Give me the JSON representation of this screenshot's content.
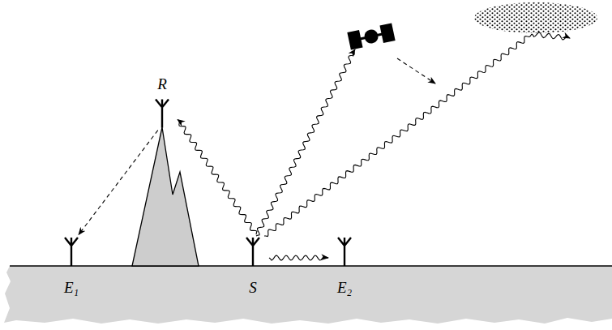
{
  "diagram": {
    "nodes": [
      {
        "text": [
          "R"
        ]
      },
      {
        "text": [
          "E₁"
        ]
      },
      {
        "text": [
          "S"
        ]
      },
      {
        "text": [
          "E₂"
        ]
      }
    ],
    "edges": [
      {
        "from": 2,
        "to": 0,
        "arrow": "to"
      },
      {
        "from": 0,
        "to": 1,
        "arrow": "to"
      },
      {
        "from": 2,
        "to": 3,
        "arrow": "to"
      }
    ]
  }
}
